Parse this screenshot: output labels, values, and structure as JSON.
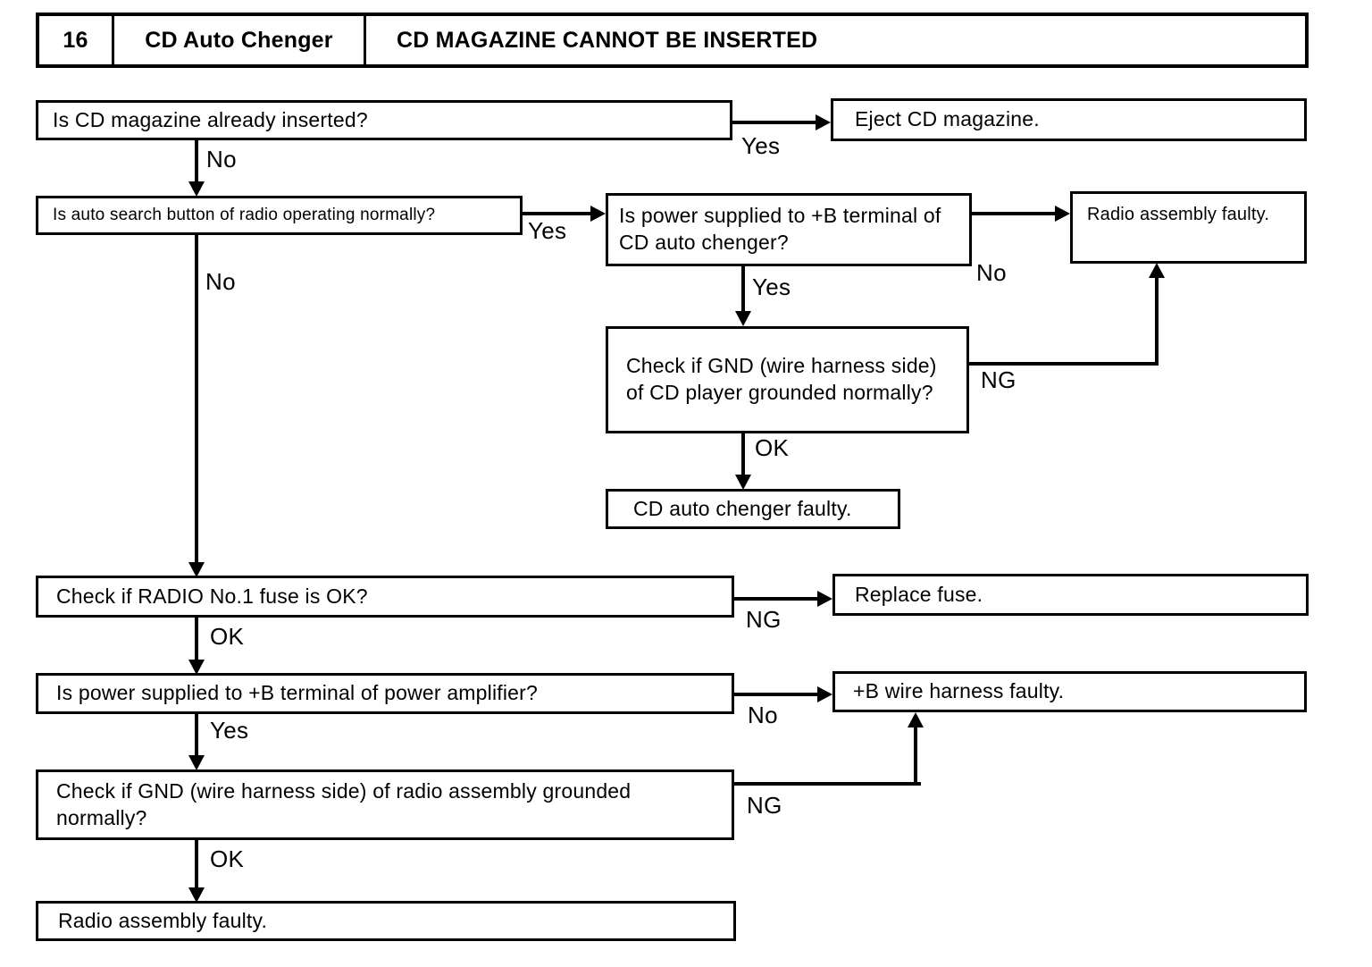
{
  "header": {
    "number": "16",
    "system": "CD Auto Chenger",
    "title": "CD MAGAZINE CANNOT BE INSERTED"
  },
  "nodes": {
    "magazine_inserted": "Is CD magazine already inserted?",
    "eject_magazine": "Eject CD magazine.",
    "auto_search": "Is auto search button of radio operating normally?",
    "power_cd_terminal": "Is power supplied to +B terminal of CD auto chenger?",
    "radio_assembly_faulty_top": "Radio assembly faulty.",
    "gnd_cd_player": "Check if GND (wire harness side) of CD player grounded normally?",
    "cd_chenger_faulty": "CD auto chenger faulty.",
    "radio_fuse": "Check if RADIO No.1 fuse is OK?",
    "replace_fuse": "Replace fuse.",
    "power_amp_terminal": "Is power supplied to +B terminal of power amplifier?",
    "b_wire_harness_faulty": "+B wire harness faulty.",
    "gnd_radio_assembly": "Check if GND (wire harness side) of radio assembly grounded normally?",
    "radio_assembly_faulty_bottom": "Radio assembly faulty."
  },
  "edge_labels": {
    "magazine_yes": "Yes",
    "magazine_no": "No",
    "auto_search_yes": "Yes",
    "auto_search_no": "No",
    "power_cd_yes": "Yes",
    "power_cd_no": "No",
    "gnd_cd_ng": "NG",
    "gnd_cd_ok": "OK",
    "fuse_ng": "NG",
    "fuse_ok": "OK",
    "power_amp_no": "No",
    "power_amp_yes": "Yes",
    "gnd_radio_ng": "NG",
    "gnd_radio_ok": "OK"
  }
}
